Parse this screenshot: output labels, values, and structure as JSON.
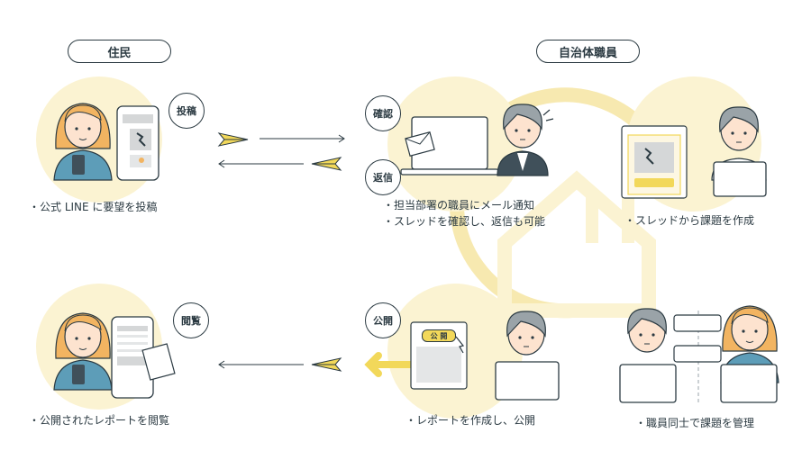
{
  "headers": {
    "residents": "住民",
    "staff": "自治体職員"
  },
  "bubbles": {
    "post": "投稿",
    "confirm": "確認",
    "reply": "返信",
    "publish": "公開",
    "view": "閲覧"
  },
  "screen_labels": {
    "publish_button": "公 開"
  },
  "captions": {
    "resident_post": "・公式 LINE に要望を投稿",
    "staff_notify_1": "・担当部署の職員にメール通知",
    "staff_notify_2": "・スレッドを確認し、返信も可能",
    "staff_issue": "・スレッドから課題を作成",
    "resident_view": "・公開されたレポートを閲覧",
    "staff_report": "・レポートを作成し、公開",
    "staff_manage": "・職員同士で課題を管理"
  },
  "colors": {
    "accent": "#f2d85a",
    "accent_light": "#fbf3d2",
    "ink": "#2b3a42",
    "skin": "#fde3cf",
    "hair_f": "#f2b461",
    "hair_m": "#9aa3a8",
    "shirt": "#5d9db8"
  }
}
